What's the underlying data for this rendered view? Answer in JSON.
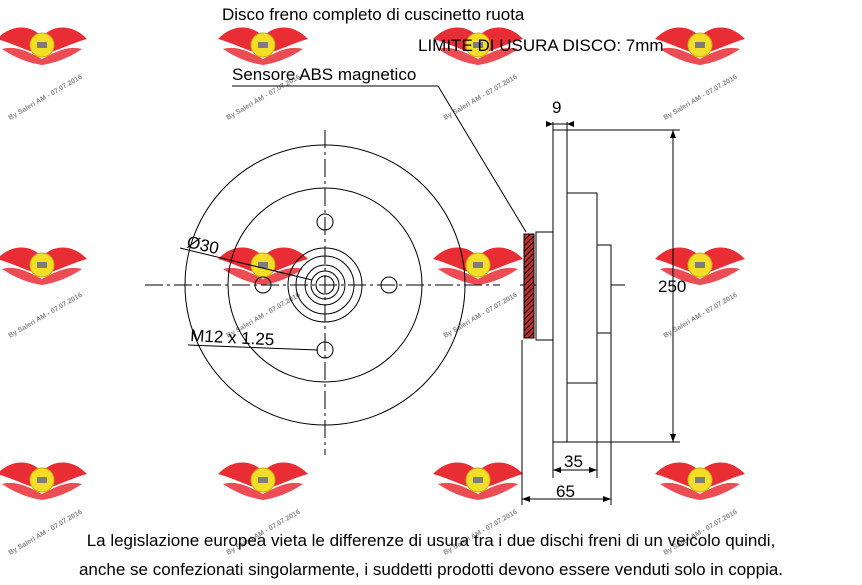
{
  "title": "Disco freno completo di cuscinetto ruota",
  "wear_limit": "LIMITE DI USURA DISCO: 7mm",
  "abs_sensor": "Sensore ABS magnetico",
  "dims": {
    "hub_diameter": "Ø30",
    "thread": "M12 x 1.25",
    "disc_thickness": "9",
    "disc_diameter": "250",
    "hub_offset": "35",
    "total_width": "65"
  },
  "watermark": "By Saleri AM - 07.07.2016",
  "footer": {
    "line1": "La legislazione europea vieta le differenze di usura tra i due dischi freni di un veicolo quindi,",
    "line2": "anche se confezionati singolarmente, i suddetti prodotti devono essere venduti solo in coppia."
  },
  "colors": {
    "logo_wing": "#e8222a",
    "logo_badge": "#f2dc1c",
    "line": "#000000"
  }
}
